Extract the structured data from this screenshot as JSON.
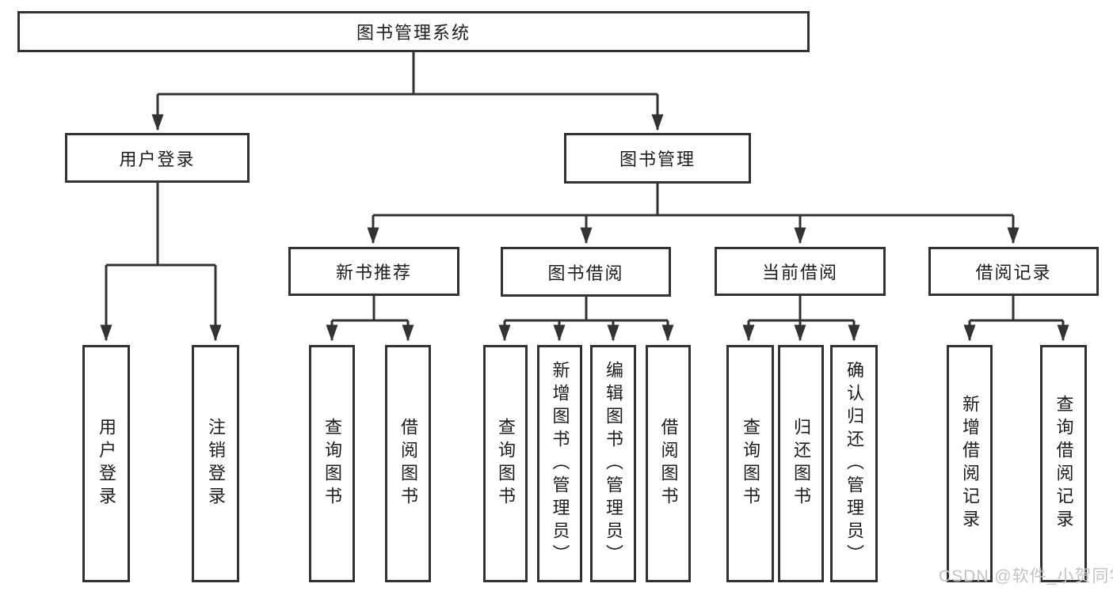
{
  "diagram": {
    "type": "hierarchy-tree",
    "hierarchy": {
      "图书管理系统": {
        "用户登录": [
          "用户登录",
          "注销登录"
        ],
        "图书管理": {
          "新书推荐": [
            "查询图书",
            "借阅图书"
          ],
          "图书借阅": [
            "查询图书",
            "新增图书（管理员）",
            "编辑图书（管理员）",
            "借阅图书"
          ],
          "当前借阅": [
            "查询图书",
            "归还图书",
            "确认归还（管理员）"
          ],
          "借阅记录": [
            "新增借阅记录",
            "查询借阅记录"
          ]
        }
      }
    }
  },
  "nodes": {
    "root": "图书管理系统",
    "user_login": "用户登录",
    "book_management": "图书管理",
    "new_book_recommend": "新书推荐",
    "book_borrowing": "图书借阅",
    "current_borrowing": "当前借阅",
    "borrowing_records": "借阅记录",
    "leaf_user_login": "用户登录",
    "leaf_logout": "注销登录",
    "leaf_query_books_1": "查询图书",
    "leaf_borrow_books_1": "借阅图书",
    "leaf_query_books_2": "查询图书",
    "leaf_add_books_admin": "新增图书（管理员）",
    "leaf_edit_books_admin": "编辑图书（管理员）",
    "leaf_borrow_books_2": "借阅图书",
    "leaf_query_books_3": "查询图书",
    "leaf_return_books": "归还图书",
    "leaf_confirm_return_admin": "确认归还（管理员）",
    "leaf_add_borrow_record": "新增借阅记录",
    "leaf_query_borrow_record": "查询借阅记录"
  },
  "watermark": "CSDN @软件_小贺同学",
  "colors": {
    "line": "#333333",
    "box_border": "#333333",
    "text": "#1c1c1c",
    "watermark": "#c3c3c3",
    "background": "#ffffff"
  }
}
